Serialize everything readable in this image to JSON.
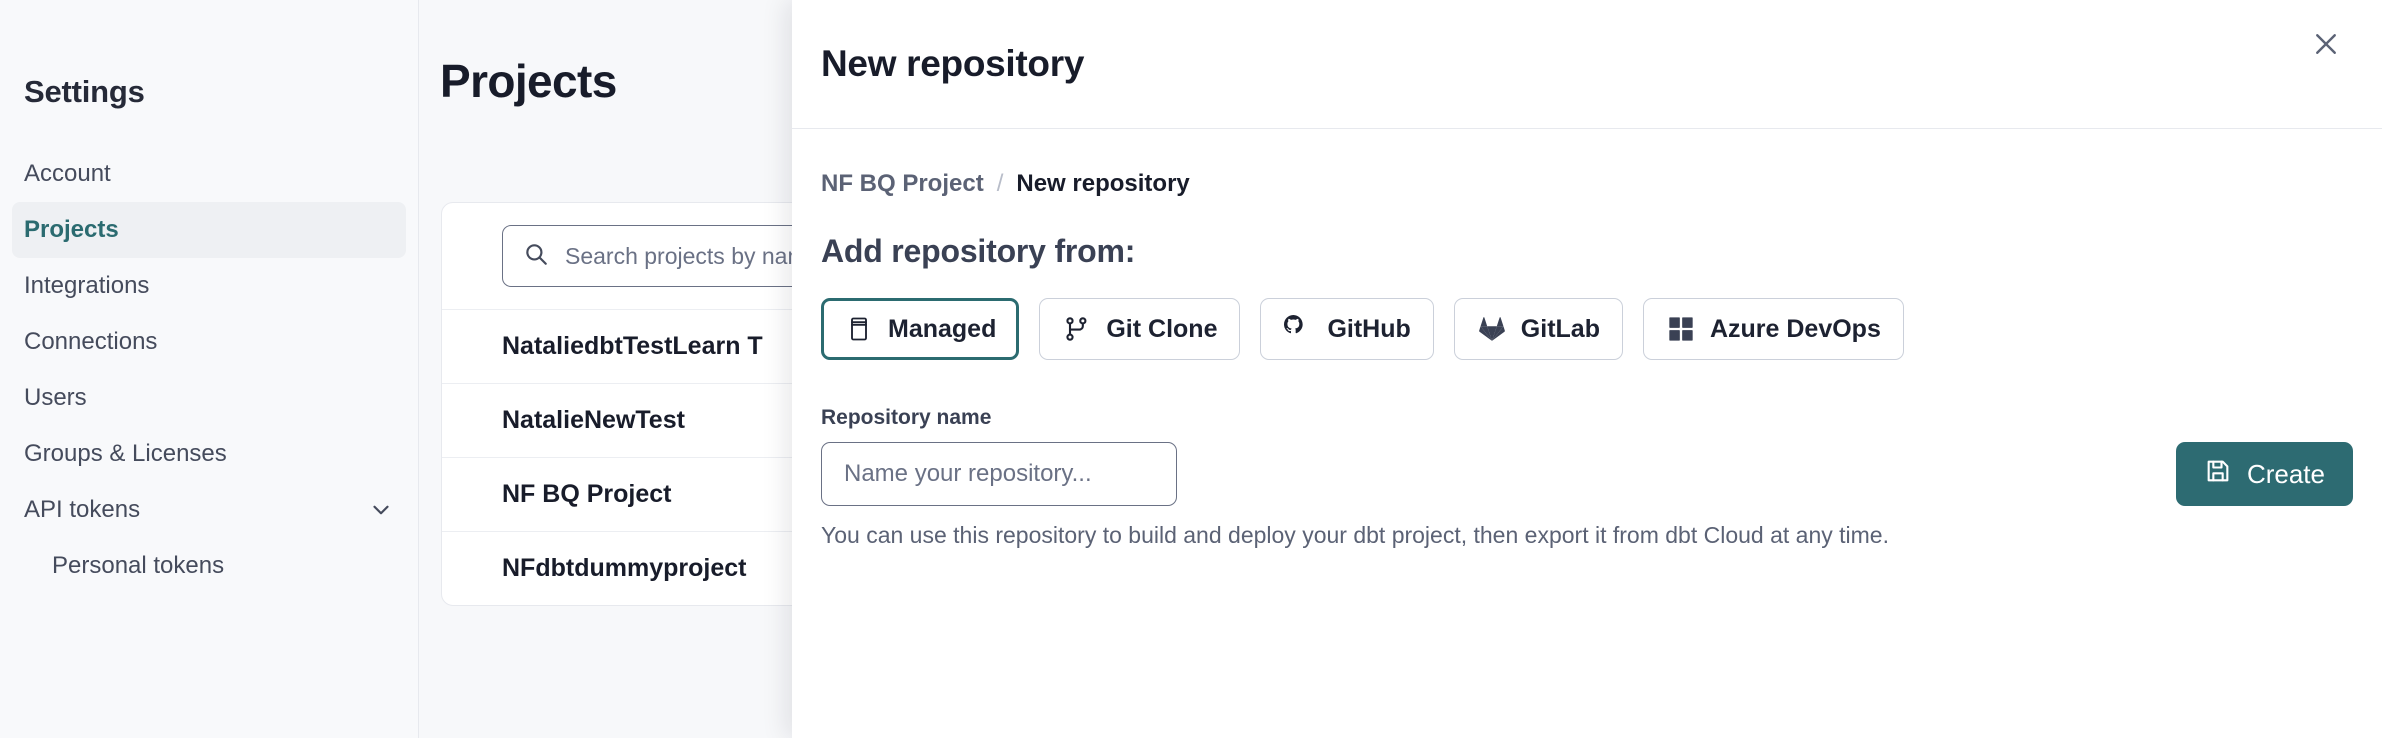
{
  "sidebar": {
    "title": "Settings",
    "items": [
      {
        "label": "Account",
        "active": false,
        "sub": false,
        "chevron": false
      },
      {
        "label": "Projects",
        "active": true,
        "sub": false,
        "chevron": false
      },
      {
        "label": "Integrations",
        "active": false,
        "sub": false,
        "chevron": false
      },
      {
        "label": "Connections",
        "active": false,
        "sub": false,
        "chevron": false
      },
      {
        "label": "Users",
        "active": false,
        "sub": false,
        "chevron": false
      },
      {
        "label": "Groups & Licenses",
        "active": false,
        "sub": false,
        "chevron": false
      },
      {
        "label": "API tokens",
        "active": false,
        "sub": false,
        "chevron": true
      },
      {
        "label": "Personal tokens",
        "active": false,
        "sub": true,
        "chevron": false
      }
    ]
  },
  "main": {
    "page_title": "Projects",
    "search": {
      "placeholder": "Search projects by name",
      "icon": "search-icon"
    },
    "projects": [
      "NataliedbtTestLearn T",
      "NatalieNewTest",
      "NF BQ Project",
      "NFdbtdummyproject"
    ]
  },
  "modal": {
    "title": "New repository",
    "close_icon": "close-icon",
    "breadcrumb": {
      "parent": "NF BQ Project",
      "separator": "/",
      "current": "New repository"
    },
    "section_heading": "Add repository from:",
    "repo_types": [
      {
        "label": "Managed",
        "icon": "database-icon",
        "selected": true
      },
      {
        "label": "Git Clone",
        "icon": "git-branch-icon",
        "selected": false
      },
      {
        "label": "GitHub",
        "icon": "github-icon",
        "selected": false
      },
      {
        "label": "GitLab",
        "icon": "gitlab-icon",
        "selected": false
      },
      {
        "label": "Azure DevOps",
        "icon": "azure-devops-icon",
        "selected": false
      }
    ],
    "repository_name": {
      "label": "Repository name",
      "value": "",
      "placeholder": "Name your repository..."
    },
    "create_button": {
      "label": "Create",
      "icon": "save-icon"
    },
    "helper_text": "You can use this repository to build and deploy your dbt project, then export it from dbt Cloud at any time."
  },
  "colors": {
    "accent": "#2b6b70",
    "create_bg": "#2d6b72",
    "text_primary": "#181c2a",
    "text_muted": "#5b6275",
    "border": "#cbd0da",
    "sidebar_bg": "#f8f9fb"
  }
}
